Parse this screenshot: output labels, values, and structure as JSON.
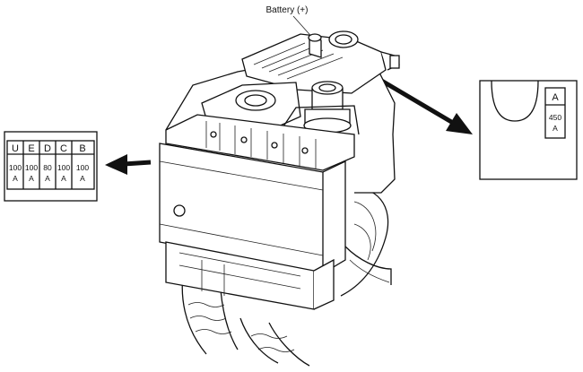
{
  "battery_label": "Battery (+)",
  "left_fuse_block": {
    "headers": [
      "U",
      "E",
      "D",
      "C",
      "B"
    ],
    "ratings": [
      {
        "value": "100",
        "unit": "A"
      },
      {
        "value": "100",
        "unit": "A"
      },
      {
        "value": "80",
        "unit": "A"
      },
      {
        "value": "100",
        "unit": "A"
      },
      {
        "value": "100",
        "unit": "A"
      }
    ]
  },
  "right_fuse_block": {
    "header": "A",
    "rating": {
      "value": "450",
      "unit": "A"
    }
  }
}
